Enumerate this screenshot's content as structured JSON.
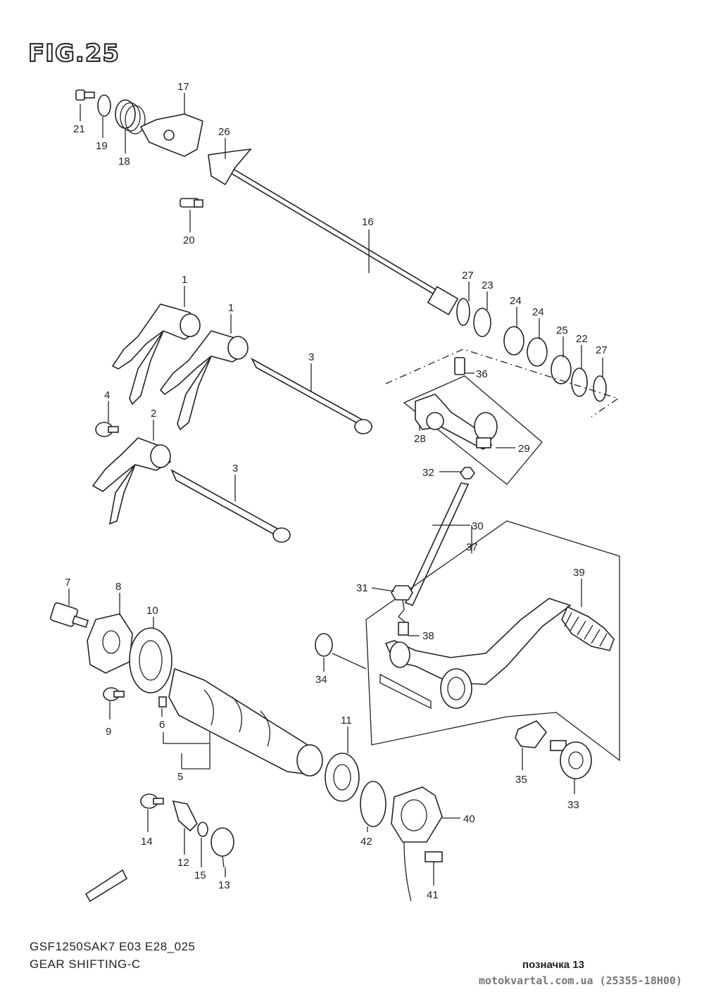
{
  "header": {
    "figure": "FIG.25"
  },
  "callouts": {
    "n1": "1",
    "n2": "2",
    "n3": "3",
    "n4": "4",
    "n5": "5",
    "n6": "6",
    "n7": "7",
    "n8": "8",
    "n9": "9",
    "n10": "10",
    "n11": "11",
    "n12": "12",
    "n13": "13",
    "n14": "14",
    "n15": "15",
    "n16": "16",
    "n17": "17",
    "n18": "18",
    "n19": "19",
    "n20": "20",
    "n21": "21",
    "n22": "22",
    "n23": "23",
    "n24": "24",
    "n25": "25",
    "n26": "26",
    "n27": "27",
    "n28": "28",
    "n29": "29",
    "n30": "30",
    "n31": "31",
    "n32": "32",
    "n33": "33",
    "n34": "34",
    "n35": "35",
    "n36": "36",
    "n37": "37",
    "n38": "38",
    "n39": "39",
    "n40": "40",
    "n41": "41",
    "n42": "42"
  },
  "footer": {
    "model_code": "GSF1250SAK7 E03 E28_025",
    "assembly_name": "GEAR SHIFTING-C",
    "note": "позначка 13",
    "watermark": "motokvartal.com.ua (25355-18H00)"
  }
}
